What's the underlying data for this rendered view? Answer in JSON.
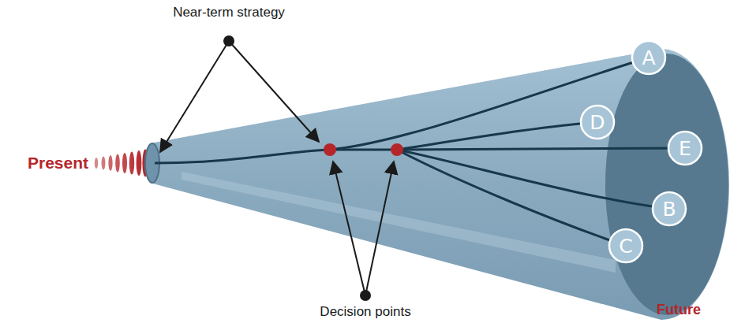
{
  "diagram": {
    "nodes": [
      {
        "text": [
          "A"
        ]
      },
      {
        "text": [
          "D"
        ]
      },
      {
        "text": [
          "E"
        ]
      },
      {
        "text": [
          "B"
        ]
      },
      {
        "text": [
          "C"
        ]
      }
    ],
    "labels": [
      "Near-term strategy",
      "Present",
      "Decision points",
      "Future"
    ]
  }
}
